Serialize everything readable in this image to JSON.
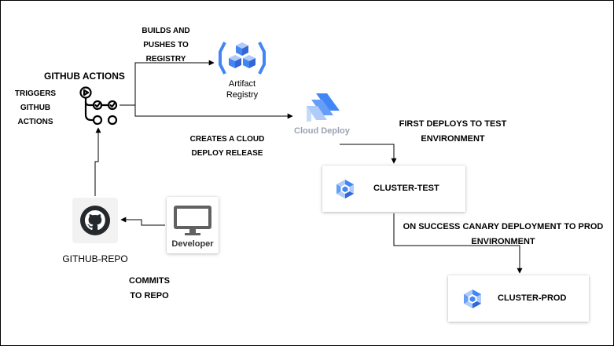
{
  "labels": {
    "github_actions": "GITHUB  ACTIONS",
    "triggers": [
      "TRIGGERS",
      "GITHUB",
      "ACTIONS"
    ],
    "builds": [
      "BUILDS AND",
      "PUSHES TO",
      "REGISTRY"
    ],
    "creates": [
      "CREATES A CLOUD",
      "DEPLOY RELEASE"
    ],
    "first_deploys": [
      "FIRST DEPLOYS TO TEST",
      "ENVIRONMENT"
    ],
    "canary": [
      "ON SUCCESS CANARY DEPLOYMENT TO PROD",
      "ENVIRONMENT"
    ],
    "commits": [
      "COMMITS",
      "TO REPO"
    ],
    "github_repo": "GITHUB-REPO"
  },
  "nodes": {
    "artifact_registry": [
      "Artifact",
      "Registry"
    ],
    "cloud_deploy": "Cloud Deploy",
    "developer": "Developer",
    "cluster_test": "CLUSTER-TEST",
    "cluster_prod": "CLUSTER-PROD"
  },
  "colors": {
    "google_blue": "#4285f4",
    "google_blue_light": "#aecbfa",
    "google_blue_dark": "#3367d6",
    "github_dark": "#24292e",
    "monitor_gray": "#616161",
    "cloud_deploy_text": "#9aa3b5"
  },
  "icons": {
    "github_actions": "github-actions-icon",
    "artifact_registry": "artifact-registry-icon",
    "cloud_deploy": "cloud-deploy-icon",
    "github": "github-icon",
    "developer": "monitor-icon",
    "kubernetes": "kubernetes-engine-icon"
  }
}
